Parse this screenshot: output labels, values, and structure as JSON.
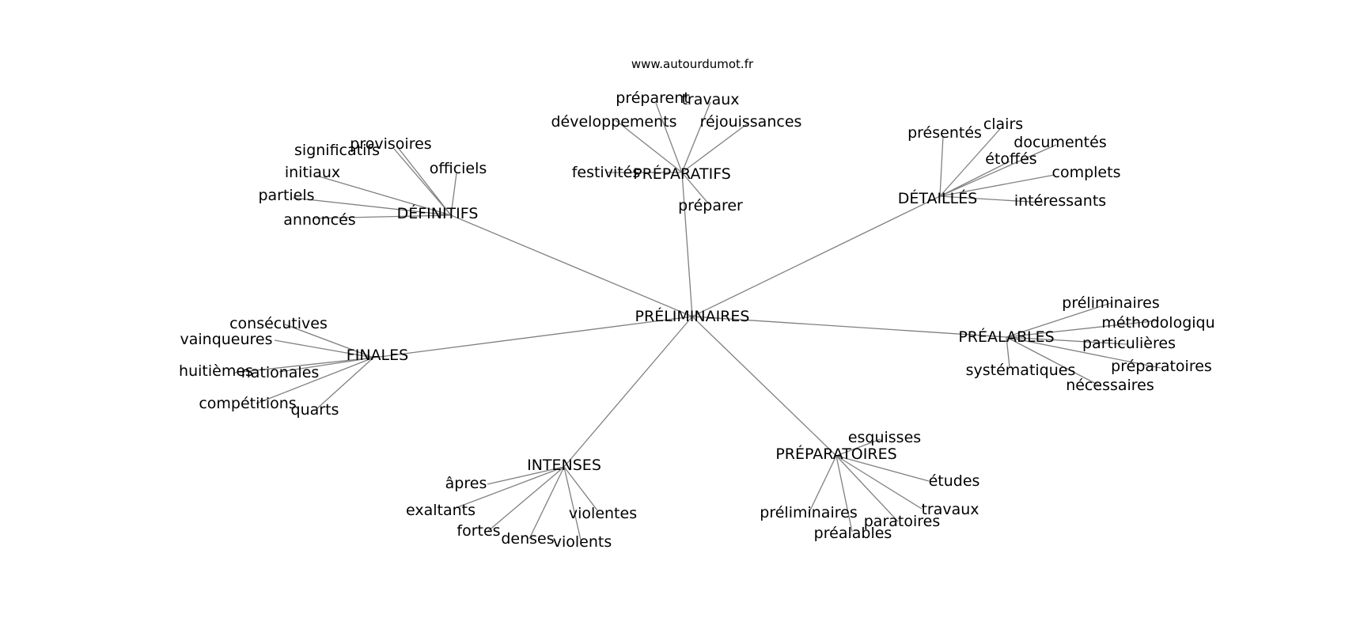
{
  "source": "www.autourdumot.fr",
  "center": "PRÉLIMINAIRES",
  "groups": [
    {
      "word": "DÉFINITIFS",
      "neighbors": [
        "significatifs",
        "provisoires",
        "officiels",
        "initiaux",
        "partiels",
        "annoncés"
      ]
    },
    {
      "word": "PRÉPARATIFS",
      "neighbors": [
        "préparent",
        "travaux",
        "développements",
        "réjouissances",
        "festivités",
        "préparer"
      ]
    },
    {
      "word": "DÉTAILLÉS",
      "neighbors": [
        "présentés",
        "clairs",
        "documentés",
        "étoffés",
        "complets",
        "intéressants"
      ]
    },
    {
      "word": "PRÉALABLES",
      "neighbors": [
        "préliminaires",
        "méthodologiqu",
        "particulières",
        "préparatoires",
        "systématiques",
        "nécessaires"
      ]
    },
    {
      "word": "PRÉPARATOIRES",
      "neighbors": [
        "esquisses",
        "études",
        "travaux",
        "paratoires",
        "préliminaires",
        "préalables"
      ]
    },
    {
      "word": "INTENSES",
      "neighbors": [
        "âpres",
        "exaltants",
        "fortes",
        "denses",
        "violents",
        "violentes"
      ]
    },
    {
      "word": "FINALES",
      "neighbors": [
        "consécutives",
        "vainqueures",
        "huitièmes",
        "nationales",
        "compétitions",
        "quarts"
      ]
    }
  ]
}
